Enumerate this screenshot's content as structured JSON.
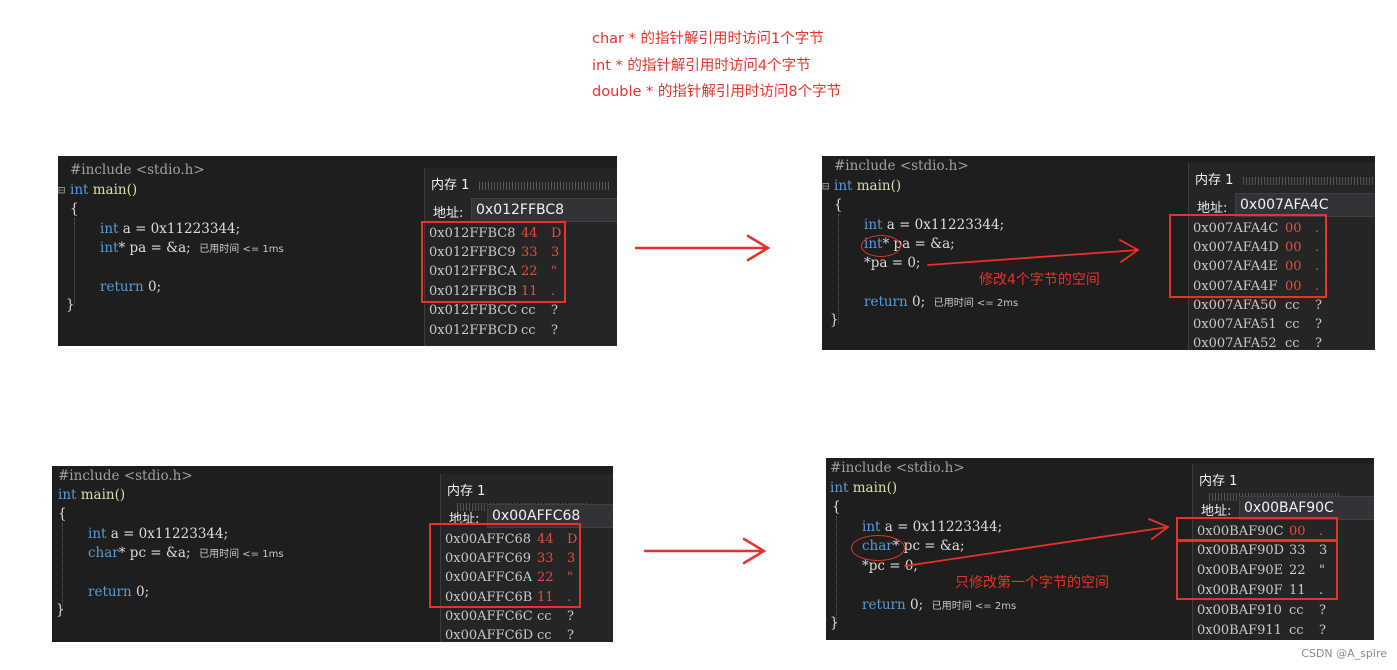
{
  "notes": [
    "char * 的指针解引用时访问1个字节",
    "int * 的指针解引用时访问4个字节",
    "double * 的指针解引用时访问8个字节"
  ],
  "memory_panel": {
    "title": "内存 1",
    "address_label": "地址:"
  },
  "panels": [
    {
      "code": {
        "include": "#include <stdio.h>",
        "kw_int": "int",
        "main": "main()",
        "brace_open": "{",
        "brace_close": "}",
        "decl_a_kw": "int",
        "decl_a_rest": " a = 0x11223344;",
        "decl_p_kw": "int",
        "decl_p_rest": "* pa = &a;",
        "hint": "已用时间 <= 1ms",
        "ret": "return",
        "ret_rest": " 0;"
      },
      "memory": {
        "address": "0x012FFBC8",
        "rows": [
          {
            "addr": "0x012FFBC8",
            "val": "44",
            "ch": "D"
          },
          {
            "addr": "0x012FFBC9",
            "val": "33",
            "ch": "3"
          },
          {
            "addr": "0x012FFBCA",
            "val": "22",
            "ch": "\""
          },
          {
            "addr": "0x012FFBCB",
            "val": "11",
            "ch": "."
          },
          {
            "addr": "0x012FFBCC",
            "val": "cc",
            "ch": "?"
          },
          {
            "addr": "0x012FFBCD",
            "val": "cc",
            "ch": "?"
          }
        ]
      }
    },
    {
      "code": {
        "include": "#include <stdio.h>",
        "kw_int": "int",
        "main": "main()",
        "brace_open": "{",
        "brace_close": "}",
        "decl_a_kw": "int",
        "decl_a_rest": " a = 0x11223344;",
        "decl_p_kw": "int",
        "decl_p_rest": "* pa = &a;",
        "deref": "*pa = 0;",
        "hint": "已用时间 <= 2ms",
        "ret": "return",
        "ret_rest": " 0;"
      },
      "memory": {
        "address": "0x007AFA4C",
        "rows": [
          {
            "addr": "0x007AFA4C",
            "val": "00",
            "ch": "."
          },
          {
            "addr": "0x007AFA4D",
            "val": "00",
            "ch": "."
          },
          {
            "addr": "0x007AFA4E",
            "val": "00",
            "ch": "."
          },
          {
            "addr": "0x007AFA4F",
            "val": "00",
            "ch": "."
          },
          {
            "addr": "0x007AFA50",
            "val": "cc",
            "ch": "?"
          },
          {
            "addr": "0x007AFA51",
            "val": "cc",
            "ch": "?"
          },
          {
            "addr": "0x007AFA52",
            "val": "cc",
            "ch": "?"
          }
        ]
      },
      "annotation": "修改4个字节的空间"
    },
    {
      "code": {
        "include": "#include <stdio.h>",
        "kw_int": "int",
        "main": "main()",
        "brace_open": "{",
        "brace_close": "}",
        "decl_a_kw": "int",
        "decl_a_rest": " a = 0x11223344;",
        "decl_p_kw": "char",
        "decl_p_rest": "* pc = &a;",
        "hint": "已用时间 <= 1ms",
        "ret": "return",
        "ret_rest": " 0;"
      },
      "memory": {
        "address": "0x00AFFC68",
        "rows": [
          {
            "addr": "0x00AFFC68",
            "val": "44",
            "ch": "D"
          },
          {
            "addr": "0x00AFFC69",
            "val": "33",
            "ch": "3"
          },
          {
            "addr": "0x00AFFC6A",
            "val": "22",
            "ch": "\""
          },
          {
            "addr": "0x00AFFC6B",
            "val": "11",
            "ch": "."
          },
          {
            "addr": "0x00AFFC6C",
            "val": "cc",
            "ch": "?"
          },
          {
            "addr": "0x00AFFC6D",
            "val": "cc",
            "ch": "?"
          }
        ]
      }
    },
    {
      "code": {
        "include": "#include <stdio.h>",
        "kw_int": "int",
        "main": "main()",
        "brace_open": "{",
        "brace_close": "}",
        "decl_a_kw": "int",
        "decl_a_rest": " a = 0x11223344;",
        "decl_p_kw": "char",
        "decl_p_rest": "* pc = &a;",
        "deref": "*pc = 0;",
        "hint": "已用时间 <= 2ms",
        "ret": "return",
        "ret_rest": " 0;"
      },
      "memory": {
        "address": "0x00BAF90C",
        "rows": [
          {
            "addr": "0x00BAF90C",
            "val": "00",
            "ch": "."
          },
          {
            "addr": "0x00BAF90D",
            "val": "33",
            "ch": "3"
          },
          {
            "addr": "0x00BAF90E",
            "val": "22",
            "ch": "\""
          },
          {
            "addr": "0x00BAF90F",
            "val": "11",
            "ch": "."
          },
          {
            "addr": "0x00BAF910",
            "val": "cc",
            "ch": "?"
          },
          {
            "addr": "0x00BAF911",
            "val": "cc",
            "ch": "?"
          }
        ]
      },
      "annotation": "只修改第一个字节的空间"
    }
  ],
  "watermark": "CSDN @A_spire",
  "colors": {
    "accent": "#e8312a",
    "editor_bg": "#1e1e1e",
    "keyword": "#569cd6",
    "changed_value": "#e84c3d"
  }
}
